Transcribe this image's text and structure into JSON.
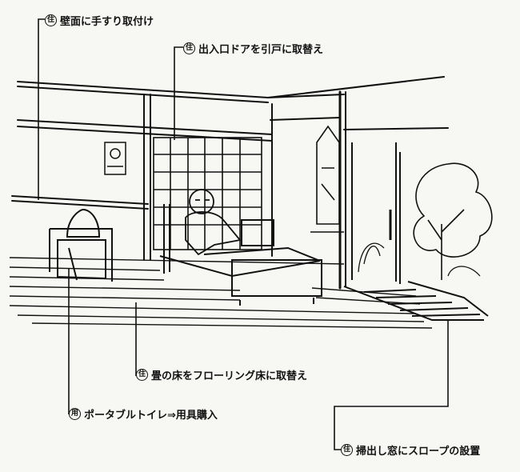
{
  "callouts": [
    {
      "badge": "住",
      "text": "壁面に手すり取付け"
    },
    {
      "badge": "住",
      "text": "出入口ドアを引戸に取替え"
    },
    {
      "badge": "住",
      "text": "畳の床をフローリング床に取替え"
    },
    {
      "badge": "用",
      "text": "ポータブルトイレ⇒用具購入"
    },
    {
      "badge": "住",
      "text": "掃出し窓にスロープの設置"
    }
  ]
}
